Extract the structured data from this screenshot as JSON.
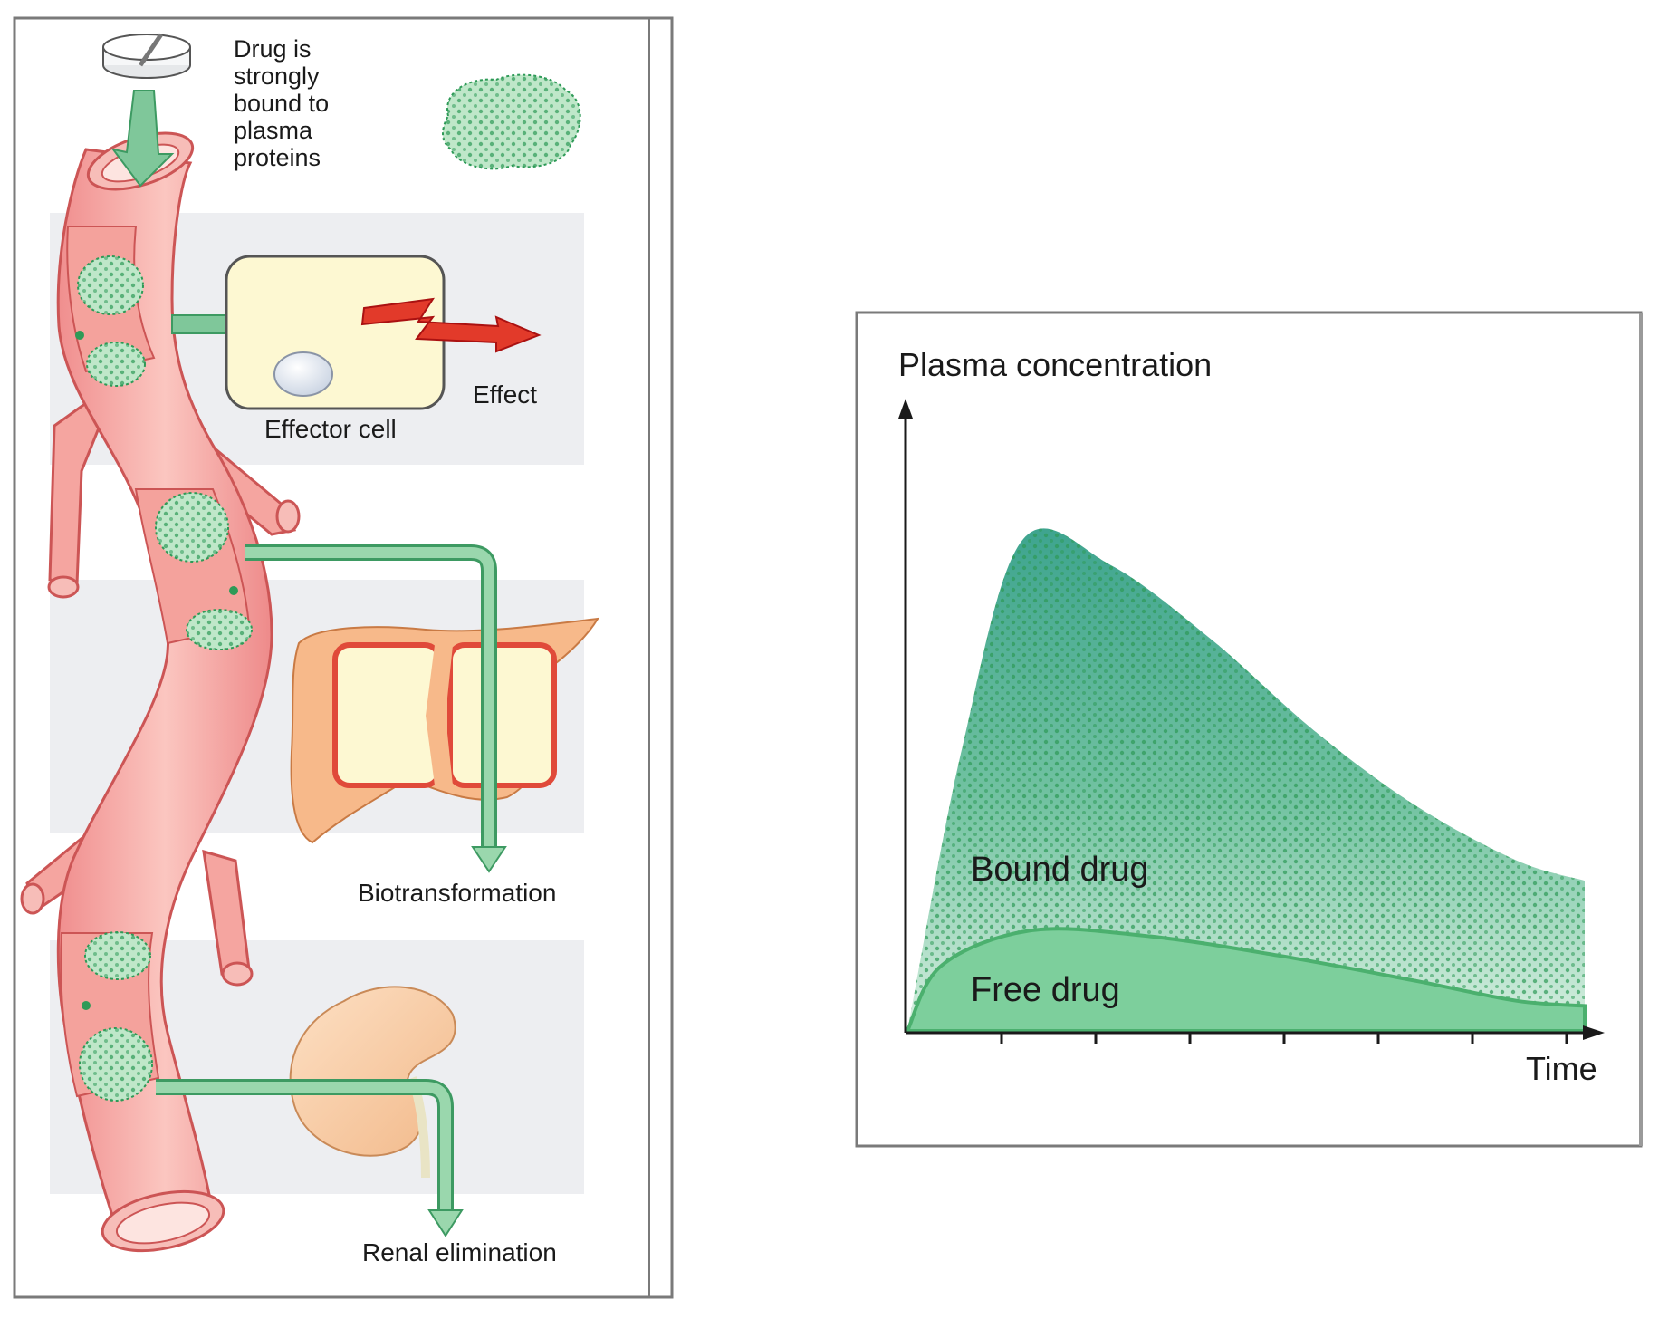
{
  "left_panel": {
    "pill_caption_lines": [
      "Drug is",
      "strongly",
      "bound to",
      "plasma",
      "proteins"
    ],
    "effector_cell_label": "Effector cell",
    "effect_label": "Effect",
    "biotransformation_label": "Biotransformation",
    "renal_label": "Renal elimination"
  },
  "right_panel": {
    "chart_data": {
      "type": "area",
      "ylabel": "Plasma  concentration",
      "xlabel": "Time",
      "x_ticks": 7,
      "series": [
        {
          "name": "Bound drug",
          "x": [
            0,
            0.08,
            0.17,
            0.3,
            0.45,
            0.6,
            0.75,
            0.9,
            1.0
          ],
          "y": [
            0,
            0.56,
            0.98,
            0.93,
            0.78,
            0.6,
            0.45,
            0.34,
            0.3
          ]
        },
        {
          "name": "Free drug",
          "x": [
            0,
            0.05,
            0.18,
            0.35,
            0.55,
            0.75,
            0.9,
            1.0
          ],
          "y": [
            0,
            0.13,
            0.2,
            0.19,
            0.15,
            0.1,
            0.06,
            0.05
          ]
        }
      ],
      "colors": {
        "bound_top": "#3ea48f",
        "bound_bottom": "#c9ead6",
        "free": "#7dcf9c",
        "dots": "#2e9a57"
      }
    }
  }
}
